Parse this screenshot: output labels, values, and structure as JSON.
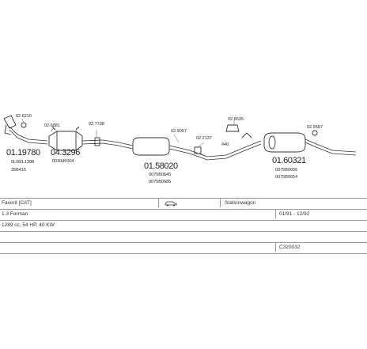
{
  "parts": [
    {
      "code": "02.6210",
      "kind": "small"
    },
    {
      "code": "01.19780",
      "kind": "big"
    },
    {
      "code": "0L08/L1308",
      "kind": "small"
    },
    {
      "code": "35B415",
      "kind": "small"
    },
    {
      "code": "02.6881",
      "kind": "small"
    },
    {
      "code": "04.3296",
      "kind": "big"
    },
    {
      "code": "003045004",
      "kind": "small"
    },
    {
      "code": "02.7738",
      "kind": "small"
    },
    {
      "code": "02.9057",
      "kind": "small"
    },
    {
      "code": "01.58020",
      "kind": "big"
    },
    {
      "code": "0075B0645",
      "kind": "small"
    },
    {
      "code": "0075B0685",
      "kind": "small"
    },
    {
      "code": "02.2137",
      "kind": "small"
    },
    {
      "code": "02.8635",
      "kind": "small"
    },
    {
      "code": "#40",
      "kind": "small"
    },
    {
      "code": "02.9557",
      "kind": "small"
    },
    {
      "code": "01.60321",
      "kind": "big"
    },
    {
      "code": "0075B0655",
      "kind": "small"
    },
    {
      "code": "0075B0654",
      "kind": "small"
    }
  ],
  "vehicle": {
    "make_model": "Favorit  [CAT]",
    "body_type": "Stationwagon",
    "engine": "1.3 Forman",
    "period": "01/91 - 12/92",
    "specs": "1289 cc, 54 HP, 40 KW",
    "order_code": "C320032"
  },
  "icons": {
    "car": "car-icon"
  }
}
